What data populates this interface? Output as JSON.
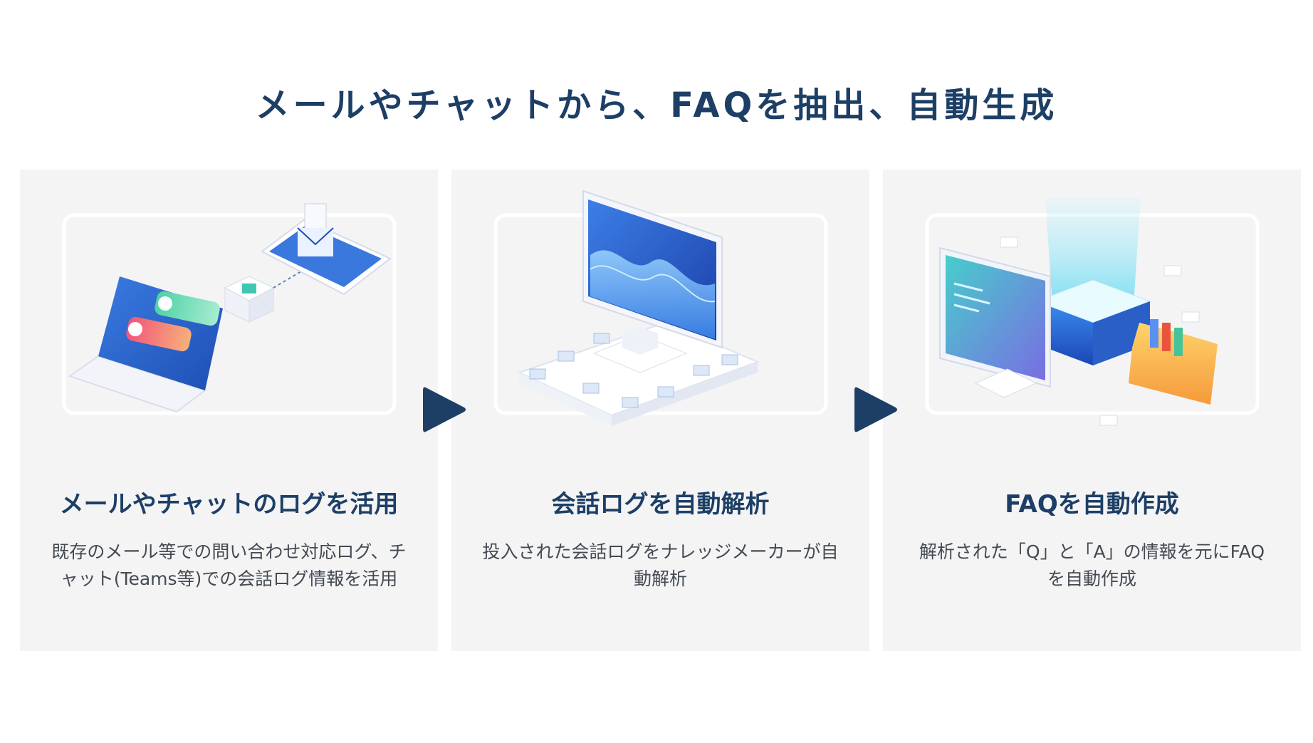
{
  "header": {
    "title": "メールやチャットから、FAQを抽出、自動生成"
  },
  "cards": [
    {
      "title": "メールやチャットのログを活用",
      "description": "既存のメール等での問い合わせ対応ログ、チャット(Teams等)での会話ログ情報を活用",
      "illustration_icon": "laptop-mail-chat-icon"
    },
    {
      "title": "会話ログを自動解析",
      "description": "投入された会話ログをナレッジメーカーが自動解析",
      "illustration_icon": "monitor-analysis-icon"
    },
    {
      "title": "FAQを自動作成",
      "description": "解析された「Q」と「A」の情報を元にFAQを自動作成",
      "illustration_icon": "server-folder-icon"
    }
  ],
  "arrows": [
    {
      "icon": "play-arrow-icon"
    },
    {
      "icon": "play-arrow-icon"
    }
  ],
  "colors": {
    "title": "#1d3f66",
    "card_bg": "#f4f4f5",
    "arrow": "#1d3f66",
    "accent": "#2f6fd8"
  }
}
